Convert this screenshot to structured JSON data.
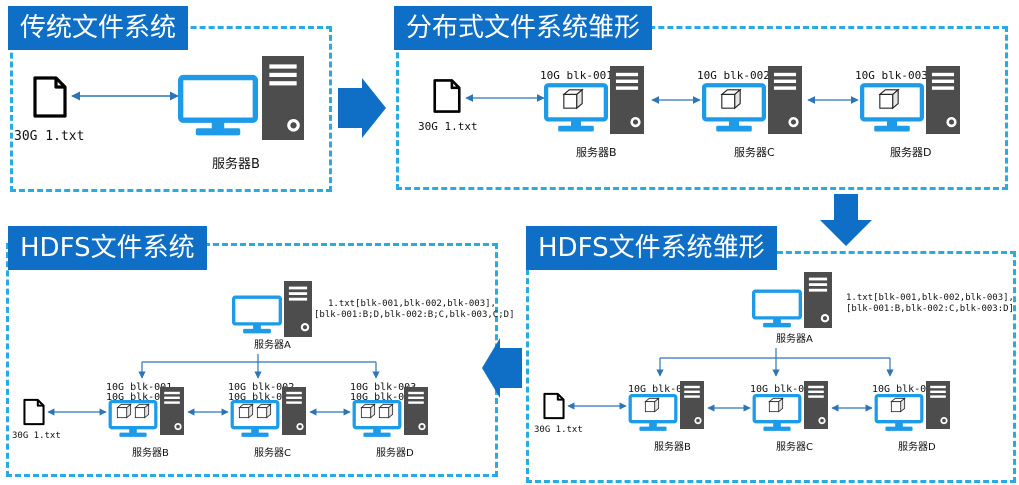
{
  "panels": {
    "traditional": {
      "title": "传统文件系统",
      "file_label": "30G 1.txt",
      "server_label": "服务器B"
    },
    "distributed": {
      "title": "分布式文件系统雏形",
      "file_label": "30G 1.txt",
      "servers": [
        {
          "block": "10G blk-001",
          "label": "服务器B"
        },
        {
          "block": "10G blk-002",
          "label": "服务器C"
        },
        {
          "block": "10G blk-003",
          "label": "服务器D"
        }
      ]
    },
    "hdfs_proto": {
      "title": "HDFS文件系统雏形",
      "file_label": "30G 1.txt",
      "meta_line1": "1.txt[blk-001,blk-002,blk-003],",
      "meta_line2": "[blk-001:B,blk-002:C,blk-003:D]",
      "master_label": "服务器A",
      "servers": [
        {
          "block": "10G blk-001",
          "label": "服务器B"
        },
        {
          "block": "10G blk-002",
          "label": "服务器C"
        },
        {
          "block": "10G blk-003",
          "label": "服务器D"
        }
      ]
    },
    "hdfs": {
      "title": "HDFS文件系统",
      "file_label": "30G 1.txt",
      "meta_line1": "1.txt[blk-001,blk-002,blk-003],",
      "meta_line2": "[blk-001:B;D,blk-002:B;C,blk-003,C;D]",
      "master_label": "服务器A",
      "servers": [
        {
          "block1": "10G blk-001",
          "block2": "10G blk-002",
          "label": "服务器B"
        },
        {
          "block1": "10G blk-002",
          "block2": "10G blk-003",
          "label": "服务器C"
        },
        {
          "block1": "10G blk-003",
          "block2": "10G blk-001",
          "label": "服务器D"
        }
      ]
    }
  },
  "colors": {
    "title_bg": "#0F6FC6",
    "dashed_border": "#29ABE2",
    "monitor": "#1E9BE8",
    "tower": "#4D4D4D",
    "arrow": "#2E75B6",
    "big_arrow": "#0F6FC6"
  }
}
